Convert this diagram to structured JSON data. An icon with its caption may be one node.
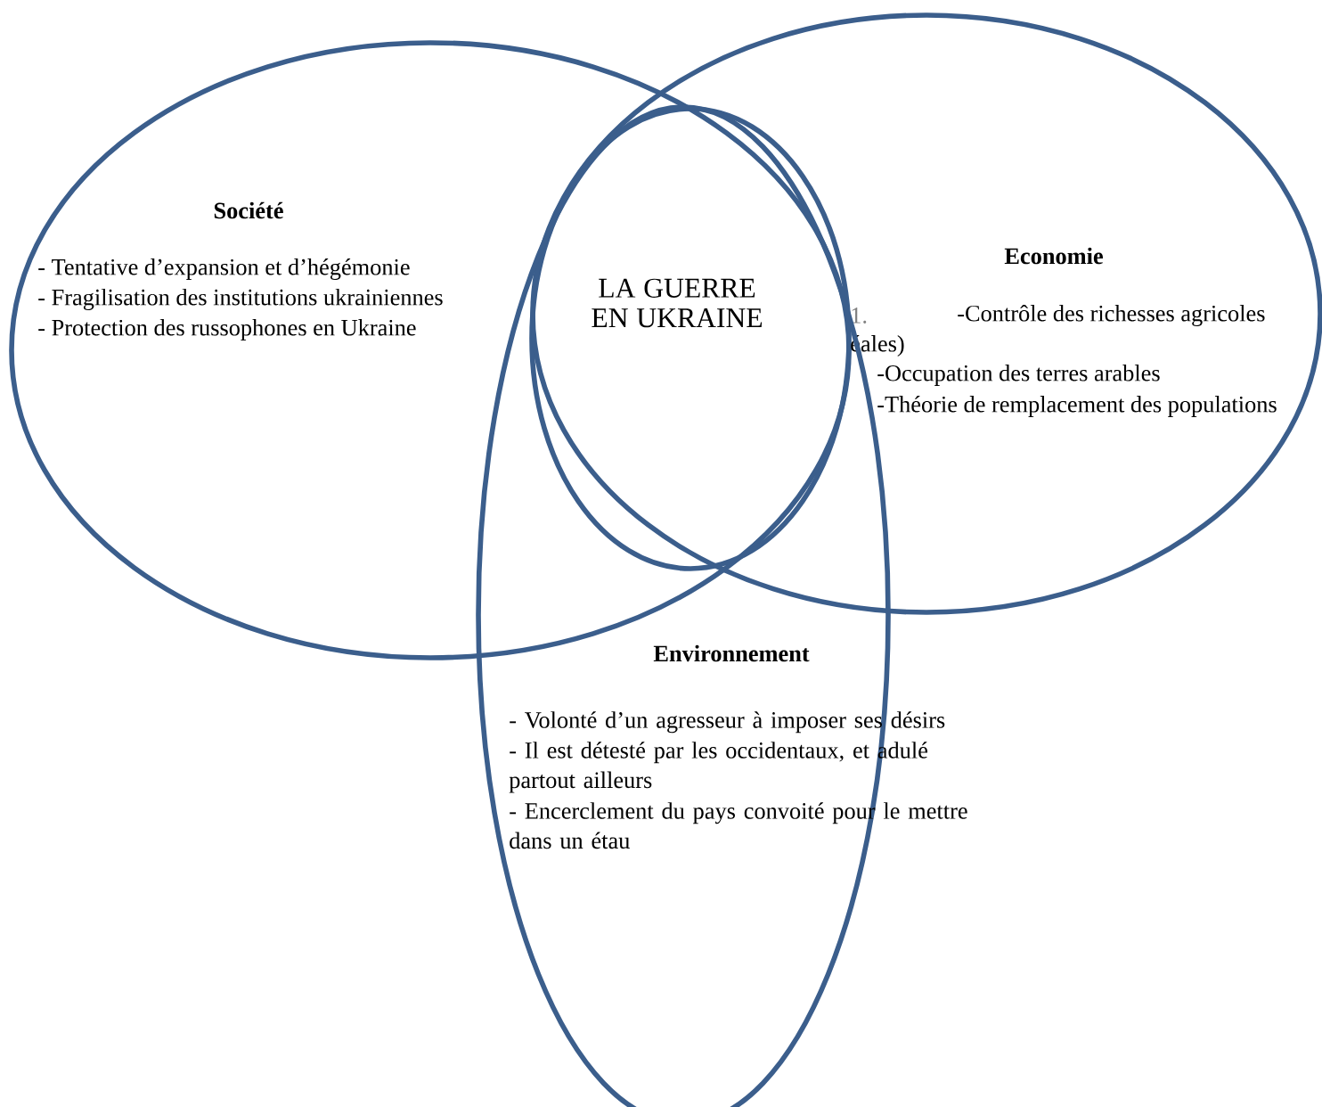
{
  "diagram": {
    "nodes": [
      {
        "text": [
          "Société",
          "- Tentative d’expansion et d’hégémonie",
          "- Fragilisation des institutions ukrainiennes",
          "- Protection des russophones en Ukraine"
        ]
      },
      {
        "text": [
          "LA GUERRE EN UKRAINE"
        ]
      },
      {
        "text": [
          "Economie",
          "1.",
          "-Contrôle des richesses agricoles",
          "éales)",
          "-Occupation des terres arables",
          "-Théorie de remplacement des populations"
        ]
      },
      {
        "text": [
          "Environnement",
          "- Volonté d’un agresseur à imposer ses désirs",
          "- Il est détesté par les occidentaux, et adulé partout ailleurs",
          "- Encerclement du pays convoité pour le mettre dans un étau"
        ]
      }
    ]
  }
}
